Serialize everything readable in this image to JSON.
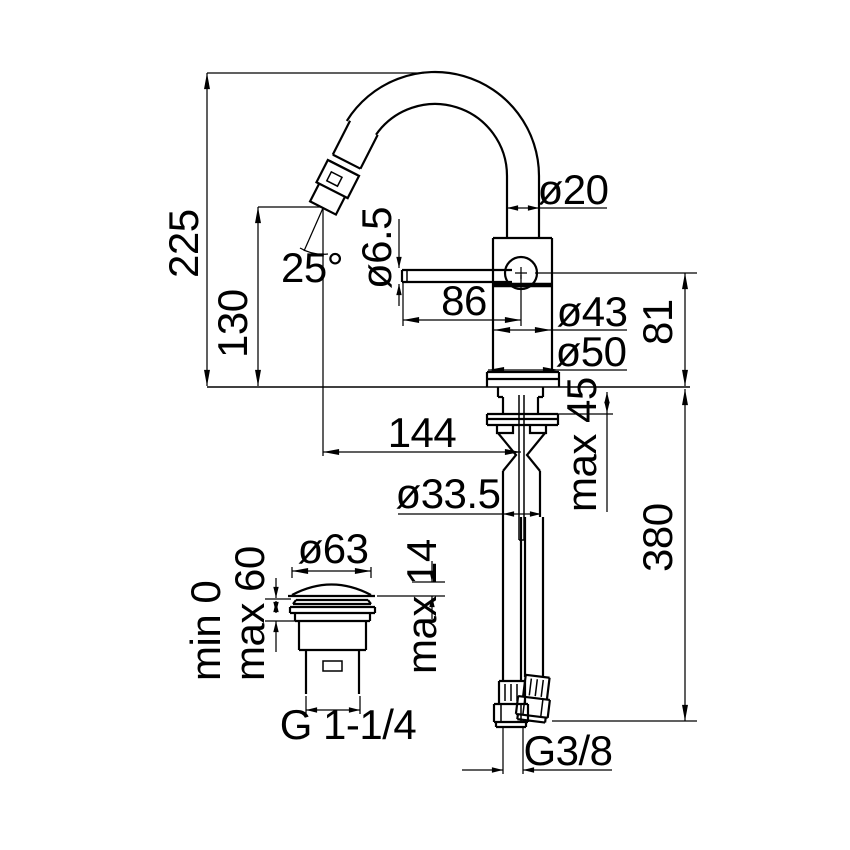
{
  "drawing": {
    "background": "#ffffff",
    "line_color": "#000000",
    "labels": {
      "overall_height": "225",
      "spout_tip_height": "130",
      "spout_angle": "25°",
      "lever_diameter": "ø6.5",
      "lever_length": "86",
      "spout_tube_diameter": "ø20",
      "body_diameter": "ø43",
      "base_diameter": "ø50",
      "body_height": "81",
      "spout_reach": "144",
      "deck_thickness": "max 45",
      "shank_diameter": "ø33.5",
      "hose_length": "380",
      "waste_cap_diameter": "ø63",
      "waste_height_min": "min 0",
      "waste_height_max": "max 60",
      "waste_cap_height": "max 14",
      "waste_thread": "G 1-1/4",
      "hose_thread": "G3/8"
    }
  }
}
